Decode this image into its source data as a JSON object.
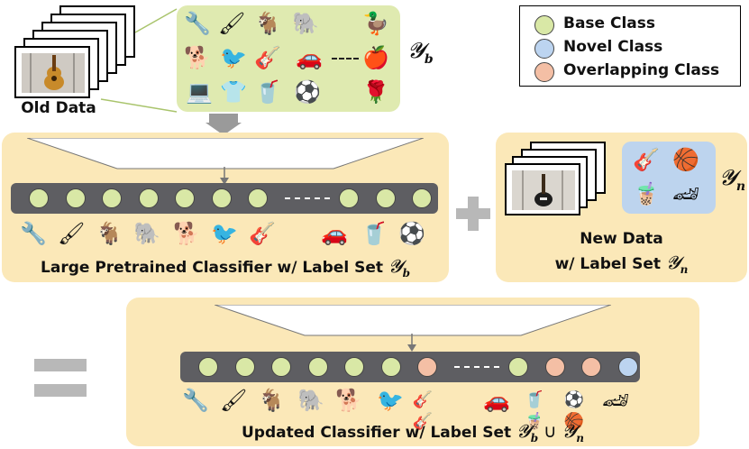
{
  "legend": {
    "items": [
      {
        "label": "Base Class",
        "color": "#d9e8a6"
      },
      {
        "label": "Novel Class",
        "color": "#bcd4f0"
      },
      {
        "label": "Overlapping Class",
        "color": "#f4bfa5"
      }
    ]
  },
  "old_data": {
    "caption": "Old Data",
    "label_set": "𝓨",
    "label_sub": "b",
    "icons": [
      "wrench-icon",
      "paint-roller-icon",
      "goat-icon",
      "elephant-icon",
      "duck-icon",
      "dog-icon",
      "bird-icon",
      "guitar-icon",
      "car-icon",
      "ellipsis-dash",
      "apple-icon",
      "laptop-icon",
      "tshirt-icon",
      "drink-cup-icon",
      "beach-ball-icon",
      "rose-icon"
    ]
  },
  "pretrained": {
    "caption": "Large Pretrained Classifier w/ Label Set",
    "label_set": "𝓨",
    "label_sub": "b",
    "nodes": [
      "base",
      "base",
      "base",
      "base",
      "base",
      "base",
      "base",
      "dash",
      "base",
      "base",
      "base"
    ]
  },
  "plus_sign": "+",
  "new_data": {
    "caption_line1": "New Data",
    "caption_line2": "w/ Label Set",
    "label_set": "𝓨",
    "label_sub": "n",
    "icons": [
      "electric-guitar-icon",
      "basketball-icon",
      "bubble-tea-icon",
      "sports-car-icon"
    ]
  },
  "equals_sign": "=",
  "updated": {
    "caption": "Updated Classifier w/ Label Set",
    "label_set_a": "𝓨",
    "label_sub_a": "b",
    "union": "∪",
    "label_set_b": "𝓨",
    "label_sub_b": "n",
    "nodes": [
      "base",
      "base",
      "base",
      "base",
      "base",
      "base",
      "overlap",
      "dash",
      "base",
      "overlap",
      "overlap",
      "novel"
    ]
  },
  "colors": {
    "base": "#d9e8a6",
    "novel": "#bcd4f0",
    "overlap": "#f4bfa5",
    "panel_yellow": "#fbe8b8",
    "panel_green": "#dfeab0",
    "panel_blue": "#bdd4ee",
    "bar": "#5e5e62"
  }
}
